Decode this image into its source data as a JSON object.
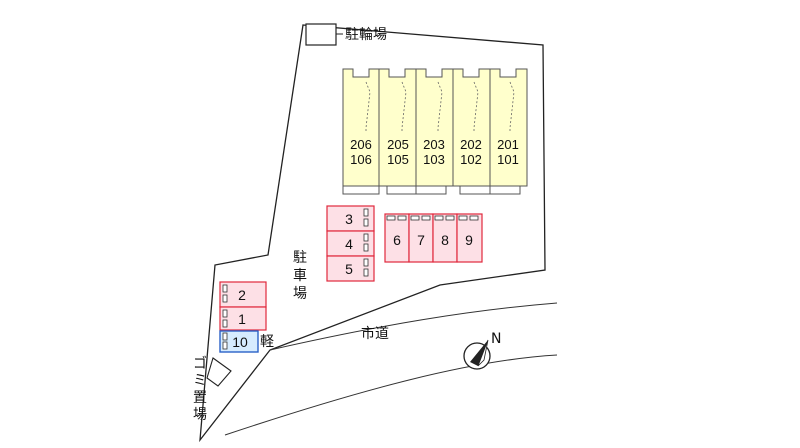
{
  "labels": {
    "bicycle_parking": "駐輪場",
    "parking_v1": "駐",
    "parking_v2": "車",
    "parking_v3": "場",
    "city_road": "市道",
    "kei": "軽",
    "garbage_v1": "ゴ",
    "garbage_v2": "ミ",
    "garbage_v3": "置",
    "garbage_v4": "場"
  },
  "buildings": [
    {
      "upper": "206",
      "lower": "106"
    },
    {
      "upper": "205",
      "lower": "105"
    },
    {
      "upper": "203",
      "lower": "103"
    },
    {
      "upper": "202",
      "lower": "102"
    },
    {
      "upper": "201",
      "lower": "101"
    }
  ],
  "parking": {
    "left_group": [
      "2",
      "1",
      "10"
    ],
    "center_group": [
      "3",
      "4",
      "5"
    ],
    "right_group": [
      "6",
      "7",
      "8",
      "9"
    ]
  },
  "colors": {
    "building_fill": "#ffffcc",
    "parking_fill": "#fde0e6",
    "parking_stroke": "#e0283c",
    "kei_fill": "#d6ecff",
    "kei_stroke": "#2a62c8"
  },
  "compass": {
    "north_glyph": "N"
  }
}
